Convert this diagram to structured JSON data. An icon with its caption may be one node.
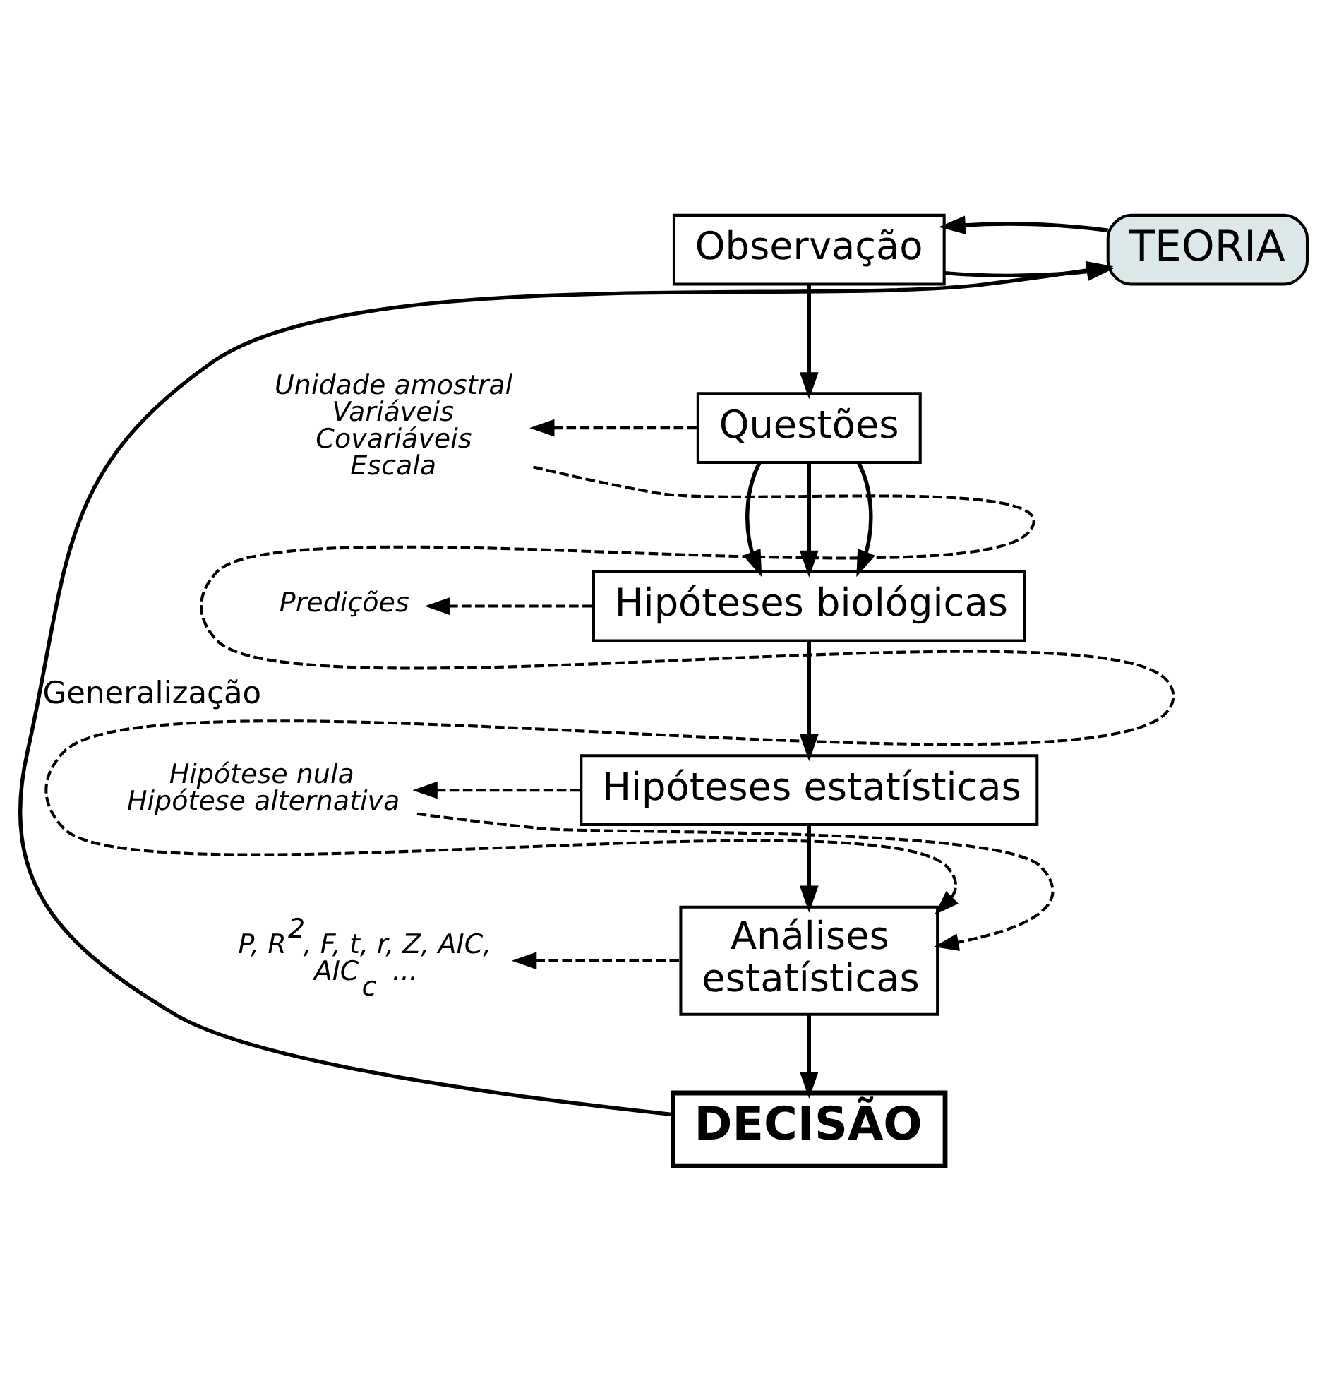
{
  "diagram": {
    "nodes": [
      {
        "text": [
          "Observação"
        ]
      },
      {
        "text": [
          "TEORIA"
        ]
      },
      {
        "text": [
          "Questões"
        ]
      },
      {
        "text": [
          "Unidade amostral Variáveis Covariáveis Escala"
        ]
      },
      {
        "text": [
          "Hipóteses biológicas"
        ]
      },
      {
        "text": [
          "Predições"
        ]
      },
      {
        "text": [
          "Hipóteses estatísticas"
        ]
      },
      {
        "text": [
          "Hipótese nula Hipótese alternativa"
        ]
      },
      {
        "text": [
          "Análises estatísticas"
        ]
      },
      {
        "text": [
          "P, R$^{2}$, F, t, r, Z, AIC, AIC$_{c}$ ..."
        ]
      },
      {
        "text": [
          "DECISÃO"
        ]
      }
    ],
    "edges": [
      {
        "from": 0,
        "to": 1,
        "arrow": "to"
      },
      {
        "from": 1,
        "to": 0,
        "arrow": "to"
      },
      {
        "from": 0,
        "to": 2,
        "arrow": "to"
      },
      {
        "from": 2,
        "to": 3,
        "arrow": "to",
        "style": "dashed"
      },
      {
        "from": 2,
        "to": 4,
        "arrow": "to"
      },
      {
        "from": 2,
        "to": 4,
        "arrow": "to"
      },
      {
        "from": 2,
        "to": 4,
        "arrow": "to"
      },
      {
        "from": 4,
        "to": 5,
        "arrow": "to",
        "style": "dashed"
      },
      {
        "from": 4,
        "to": 6,
        "arrow": "to"
      },
      {
        "from": 6,
        "to": 7,
        "arrow": "to",
        "style": "dashed"
      },
      {
        "from": 6,
        "to": 8,
        "arrow": "to"
      },
      {
        "from": 7,
        "to": 8,
        "arrow": "to",
        "style": "dashed"
      },
      {
        "from": 3,
        "to": 8,
        "arrow": "to",
        "style": "dashed"
      },
      {
        "from": 8,
        "to": 10,
        "arrow": "to"
      },
      {
        "from": 8,
        "to": 9,
        "arrow": "to",
        "style": "dashed"
      },
      {
        "from": 10,
        "to": 1,
        "arrow": "to",
        "label": "Generalização"
      }
    ]
  }
}
